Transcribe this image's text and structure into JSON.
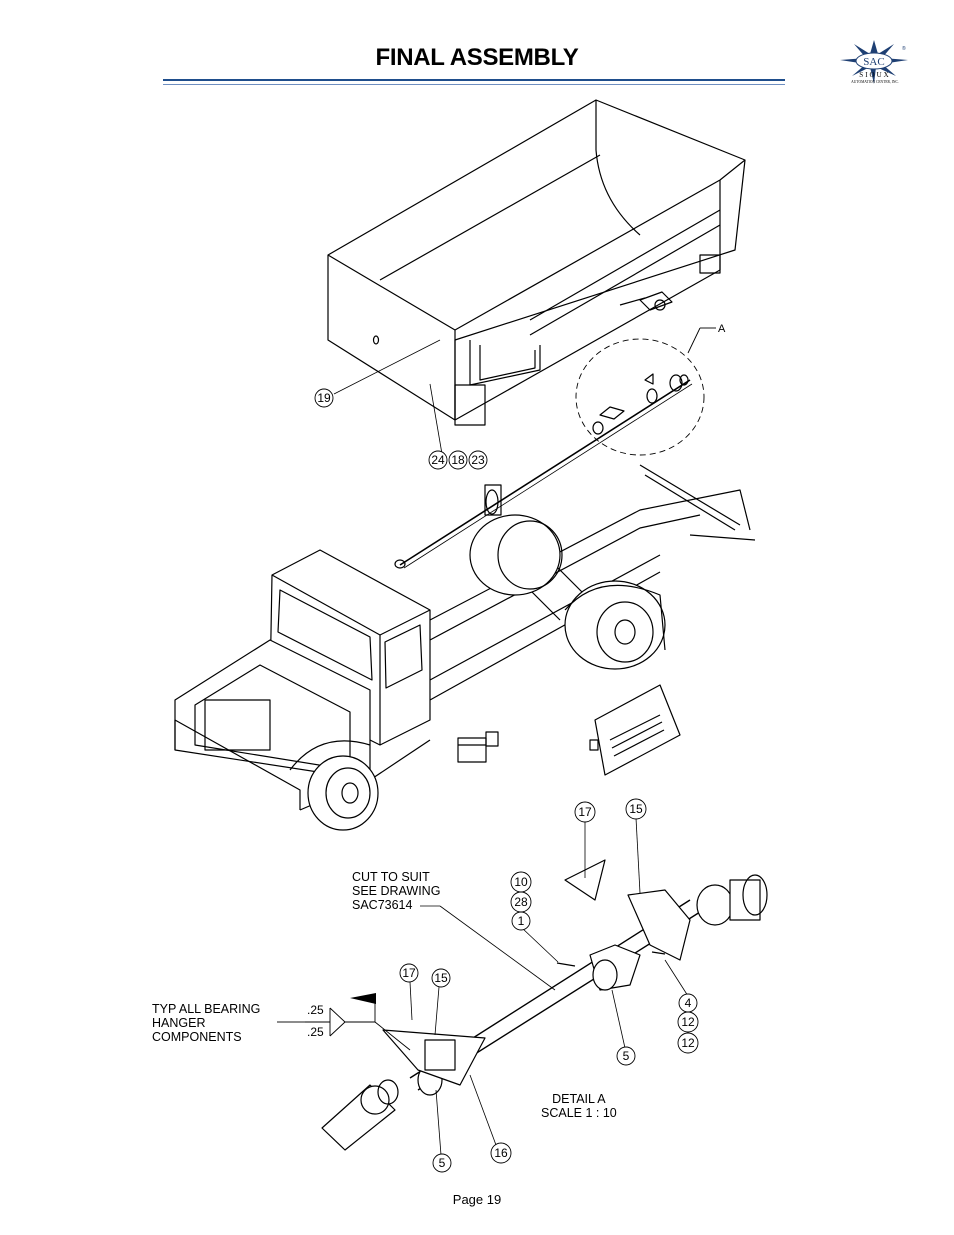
{
  "header": {
    "title": "FINAL ASSEMBLY",
    "logo": {
      "mark": "SAC",
      "name": "SIOUX",
      "subtitle": "AUTOMATION CENTER, INC.",
      "registered": "®"
    }
  },
  "drawing": {
    "detail_callout": "A",
    "balloons": {
      "b19": "19",
      "b24": "24",
      "b18": "18",
      "b23": "23",
      "b17a": "17",
      "b15a": "15",
      "b10": "10",
      "b28": "28",
      "b1": "1",
      "b17b": "17",
      "b15b": "15",
      "b4": "4",
      "b12a": "12",
      "b12b": "12",
      "b5a": "5",
      "b5b": "5",
      "b16": "16"
    },
    "weld": {
      "top": ".25",
      "bottom": ".25"
    },
    "notes": {
      "cut_to_suit": "CUT TO SUIT\nSEE DRAWING\nSAC73614",
      "typ_bearing": "TYP ALL BEARING\nHANGER\nCOMPONENTS",
      "detail": "DETAIL A\nSCALE 1 : 10"
    }
  },
  "footer": {
    "page": "Page 19"
  }
}
